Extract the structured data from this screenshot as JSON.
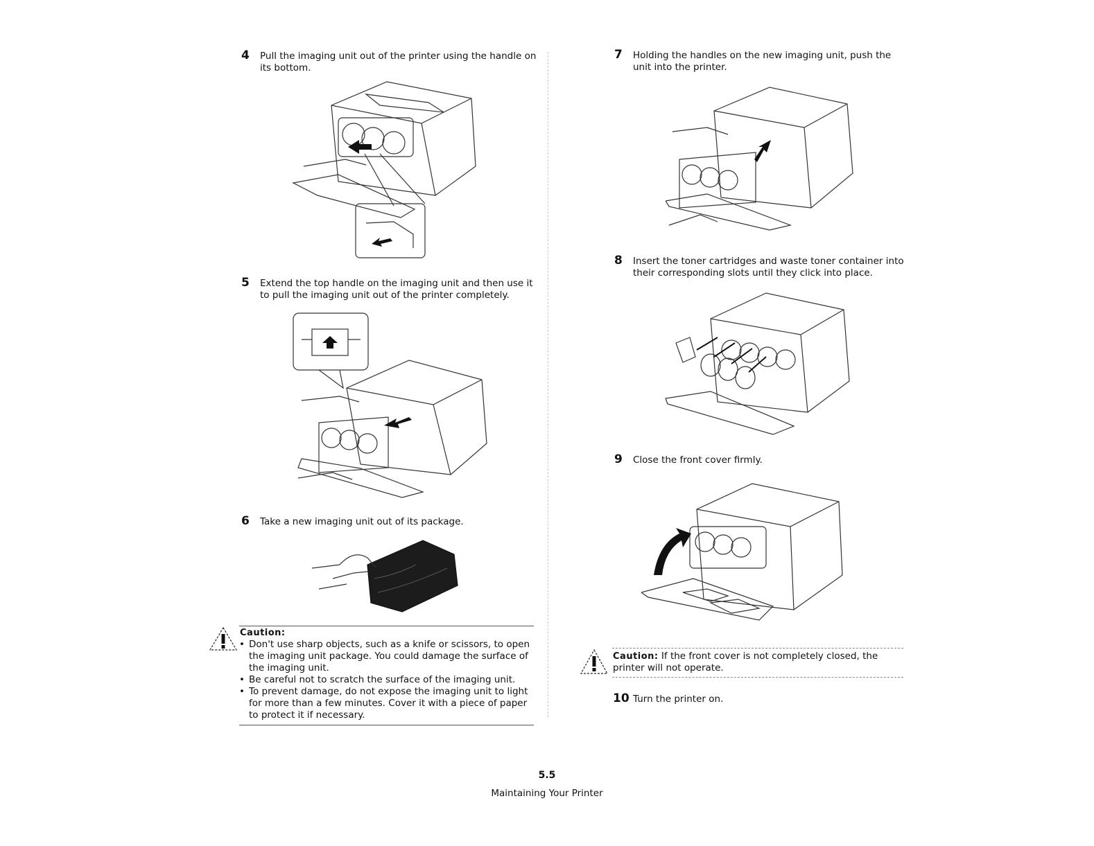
{
  "left": {
    "step4": {
      "number": "4",
      "text": "Pull the imaging unit out of the printer using the handle on its bottom."
    },
    "step5": {
      "number": "5",
      "text": "Extend the top handle on the imaging unit and then use it to pull the imaging unit out of the printer completely."
    },
    "step6": {
      "number": "6",
      "text": "Take a new imaging unit out of its package."
    },
    "caution": {
      "title": "Caution:",
      "items": [
        "Don't use sharp objects, such as a knife or scissors, to open the imaging unit package. You could damage the surface of the imaging unit.",
        "Be careful not to scratch the surface of the imaging unit.",
        "To prevent damage, do not expose the imaging unit to light for more than a few minutes. Cover it with a piece of paper to protect it if necessary."
      ]
    }
  },
  "right": {
    "step7": {
      "number": "7",
      "text": "Holding the handles on the new imaging unit, push the unit into the printer."
    },
    "step8": {
      "number": "8",
      "text": "Insert the toner cartridges and waste toner container into their corresponding slots until they click into place."
    },
    "step9": {
      "number": "9",
      "text": "Close the front cover firmly."
    },
    "caution": {
      "title": "Caution:",
      "text": "If the front cover is not completely closed, the printer will not operate."
    },
    "step10": {
      "number": "10",
      "text": "Turn the printer on."
    }
  },
  "footer": {
    "page_number": "5.5",
    "section_title": "Maintaining Your Printer"
  }
}
